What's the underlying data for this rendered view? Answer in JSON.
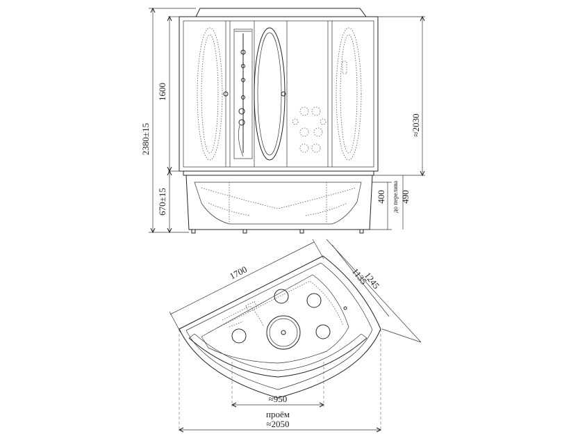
{
  "dimensions": {
    "total_height": "2380±15",
    "cabin_height": "1600",
    "tray_height": "670±15",
    "overall_height": "≈2030",
    "rim_height": "400",
    "overflow_label": "до перелива",
    "overflow_height": "490",
    "side_long": "1700",
    "side_depth": "1135",
    "side_outer": "1245",
    "opening_width": "≈950",
    "opening_label": "проём",
    "overall_width": "≈2050"
  },
  "colors": {
    "line": "#222222",
    "background": "#ffffff"
  }
}
